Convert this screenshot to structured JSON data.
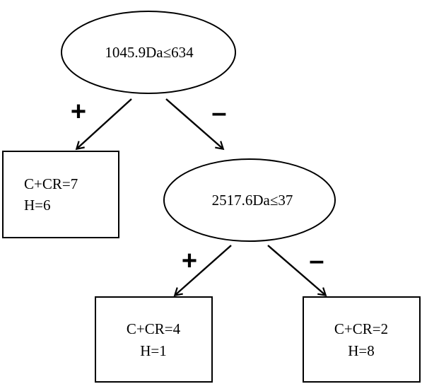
{
  "root": {
    "label": "1045.9Da≤634"
  },
  "root_edges": {
    "left_sign": "+",
    "right_sign": "–"
  },
  "inner": {
    "label": "2517.6Da≤37"
  },
  "inner_edges": {
    "left_sign": "+",
    "right_sign": "–"
  },
  "leaves": [
    {
      "line1": "C+CR=7",
      "line2": "H=6"
    },
    {
      "line1": "C+CR=4",
      "line2": "H=1"
    },
    {
      "line1": "C+CR=2",
      "line2": "H=8"
    }
  ]
}
